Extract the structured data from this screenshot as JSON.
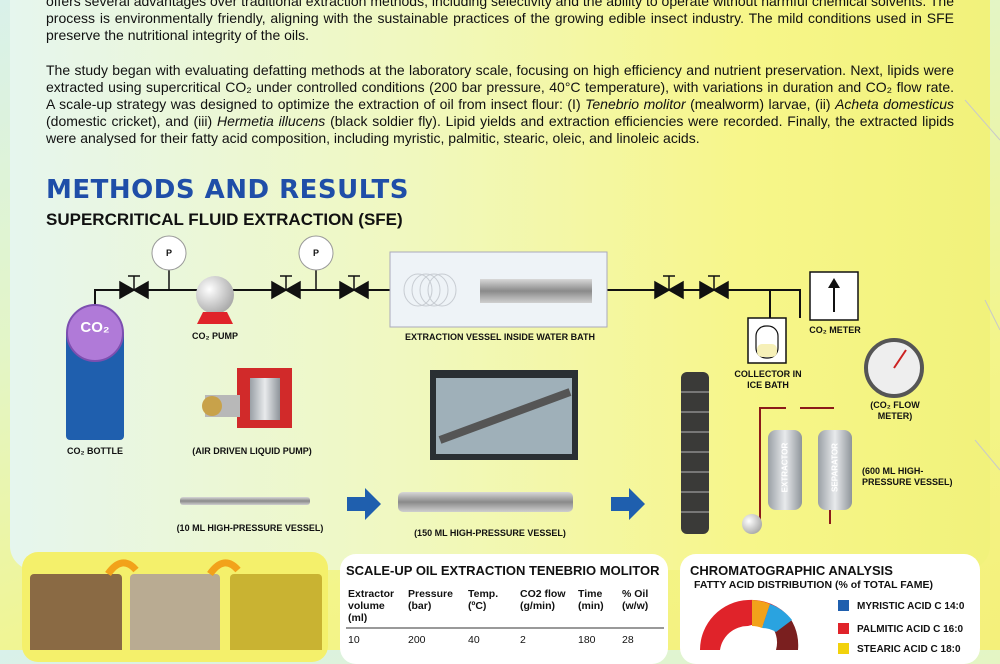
{
  "intro": {
    "paragraph1": "offers several advantages over traditional extraction methods, including selectivity and the ability to operate without harmful chemical solvents. The process is environmentally friendly, aligning with the sustainable practices of the growing edible insect industry. The mild conditions used in SFE preserve the nutritional integrity of the oils.",
    "paragraph2_a": "The study began with evaluating defatting methods at the laboratory scale, focusing on high efficiency and nutrient preservation. Next, lipids were extracted using supercritical CO₂ under controlled conditions (200 bar pressure, 40°C temperature), with variations in duration and CO₂ flow rate. A scale-up strategy was designed to optimize the extraction of oil from insect flour: (I) ",
    "species1": "Tenebrio molitor",
    "paragraph2_b": " (mealworm) larvae, (ii) ",
    "species2": "Acheta domesticus",
    "paragraph2_c": " (domestic cricket), and (iii) ",
    "species3": "Hermetia illucens",
    "paragraph2_d": " (black soldier fly). Lipid yields and extraction efficiencies were recorded. Finally, the extracted lipids were analysed for their fatty acid composition, including myristic, palmitic, stearic, oleic, and linoleic acids."
  },
  "section_title": "METHODS AND RESULTS",
  "subsection_title": "SUPERCRITICAL FLUID EXTRACTION (SFE)",
  "diagram": {
    "co2_label": "CO₂",
    "gauge_label": "P",
    "co2_bottle": "CO₂ BOTTLE",
    "co2_pump": "CO₂ PUMP",
    "extraction_vessel": "EXTRACTION VESSEL INSIDE WATER BATH",
    "collector": "COLLECTOR IN ICE BATH",
    "co2_meter": "CO₂ METER",
    "air_pump": "(AIR DRIVEN LIQUID PUMP)",
    "flow_meter": "(CO₂ FLOW METER)",
    "vessel_10": "(10 ML HIGH-PRESSURE VESSEL)",
    "vessel_150": "(150 ML HIGH-PRESSURE VESSEL)",
    "vessel_600": "(600 ML HIGH-PRESSURE VESSEL)",
    "extractor": "EXTRACTOR",
    "separator": "SEPARATOR"
  },
  "scaleup": {
    "title": "SCALE-UP OIL EXTRACTION TENEBRIO MOLITOR",
    "headers": [
      "Extractor volume (ml)",
      "Pressure (bar)",
      "Temp. (ºC)",
      "CO2 flow (g/min)",
      "Time (min)",
      "% Oil (w/w)"
    ],
    "rows": [
      [
        "10",
        "200",
        "40",
        "2",
        "180",
        "28"
      ]
    ]
  },
  "chromatography": {
    "title": "CHROMATOGRAPHIC ANALYSIS",
    "subtitle": "FATTY ACID DISTRIBUTION (% of TOTAL FAME)",
    "legend": [
      {
        "label": "MYRISTIC ACID C 14:0",
        "color": "#1f5fae"
      },
      {
        "label": "PALMITIC ACID C 16:0",
        "color": "#e0232a"
      },
      {
        "label": "STEARIC ACID C 18:0",
        "color": "#f2d20c"
      }
    ]
  },
  "colors": {
    "title_blue": "#1f4ea8",
    "arrow_orange": "#f2a21a",
    "co2_purple": "#b07ad8",
    "bottle_blue": "#1f5fae"
  }
}
